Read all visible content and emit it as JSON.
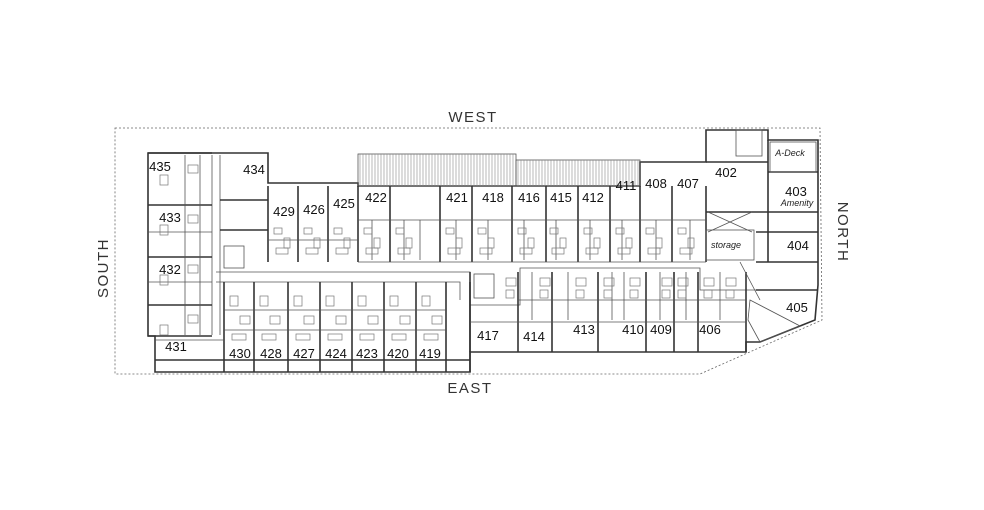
{
  "compass": {
    "west": "WEST",
    "east": "EAST",
    "south": "SOUTH",
    "north": "NORTH"
  },
  "rooms": {
    "upper": [
      "435",
      "434",
      "429",
      "426",
      "425",
      "422",
      "421",
      "418",
      "416",
      "415",
      "412",
      "411",
      "408",
      "407",
      "402"
    ],
    "left": [
      "433",
      "432",
      "431"
    ],
    "lower": [
      "430",
      "428",
      "427",
      "424",
      "423",
      "420",
      "419",
      "417",
      "414",
      "413",
      "410",
      "409",
      "406"
    ],
    "right": [
      "403",
      "404",
      "405"
    ]
  },
  "spaces": {
    "a_deck": "A-Deck",
    "amenity": "Amenity",
    "storage": "storage"
  }
}
